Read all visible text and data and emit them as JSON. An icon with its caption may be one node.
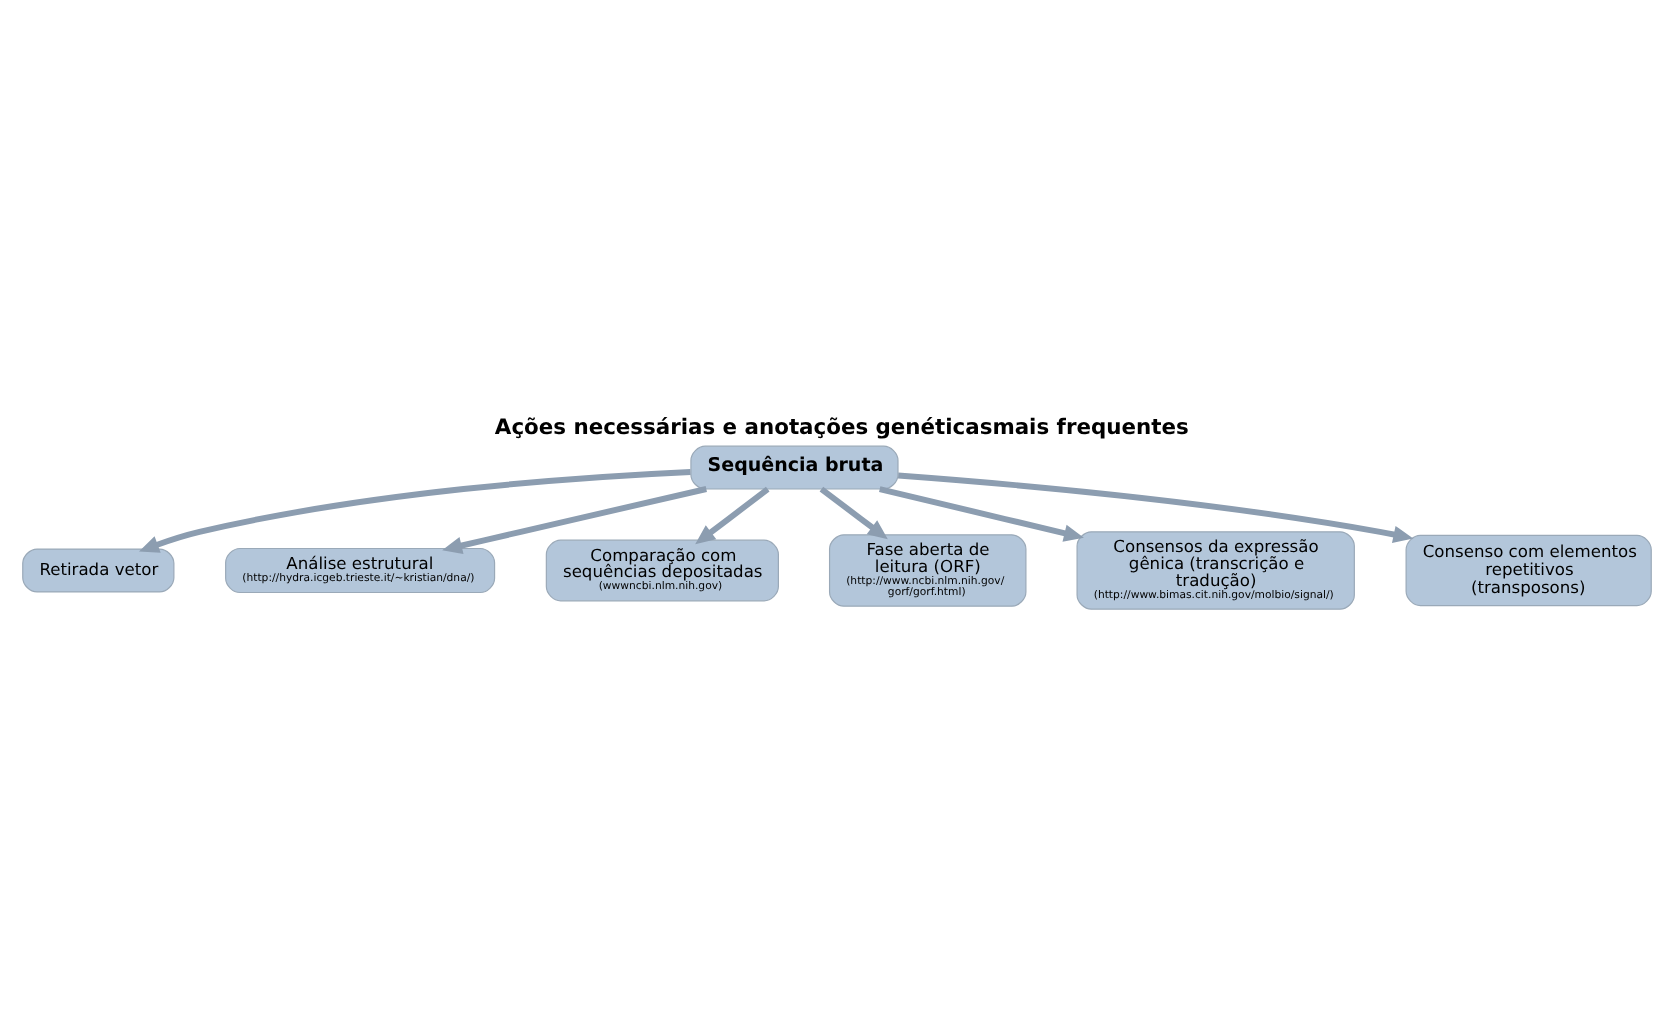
{
  "diagram": {
    "title": "Ações necessárias e anotações genéticasmais frequentes",
    "nodes": [
      {
        "text": [
          "Sequência bruta"
        ]
      },
      {
        "text": [
          "Retirada vetor"
        ]
      },
      {
        "text": [
          "Análise estrutural",
          "(http://hydra.icgeb.trieste.it/~kristian/dna/)"
        ]
      },
      {
        "text": [
          "Comparação com sequências depositadas",
          "(wwwncbi.nlm.nih.gov)"
        ]
      },
      {
        "text": [
          "Fase aberta de leitura (ORF)",
          "(http://www.ncbi.nlm.nih.gov/ gorf/gorf.html)"
        ]
      },
      {
        "text": [
          "Consensos da expressão gênica (transcrição e tradução)",
          "(http://www.bimas.cit.nih.gov/molbio/signal/)"
        ]
      },
      {
        "text": [
          "Consenso com elementos repetitivos (transposons)"
        ]
      }
    ],
    "edges": [
      {
        "from": 0,
        "to": 1,
        "arrow": "to"
      },
      {
        "from": 0,
        "to": 2,
        "arrow": "to"
      },
      {
        "from": 0,
        "to": 3,
        "arrow": "to"
      },
      {
        "from": 0,
        "to": 4,
        "arrow": "to"
      },
      {
        "from": 0,
        "to": 5,
        "arrow": "to"
      },
      {
        "from": 0,
        "to": 6,
        "arrow": "to"
      }
    ]
  }
}
